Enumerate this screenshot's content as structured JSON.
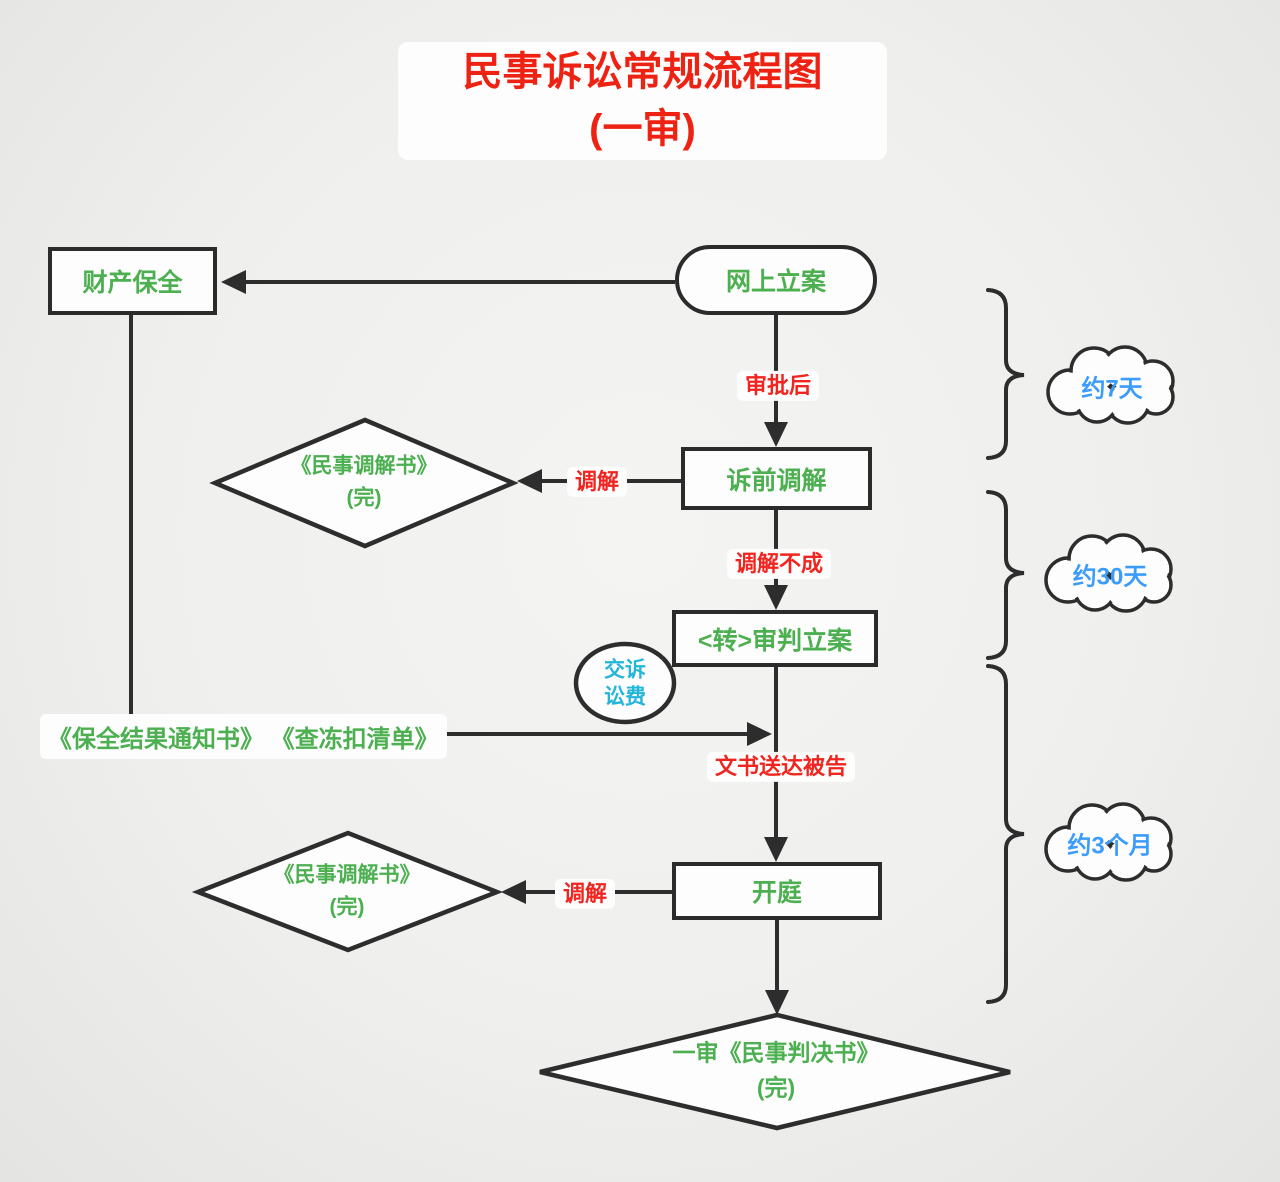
{
  "title": {
    "line1": "民事诉讼常规流程图",
    "line2": "(一审)"
  },
  "nodes": {
    "property_preservation": {
      "label": "财产保全"
    },
    "online_filing": {
      "label": "网上立案"
    },
    "pretrial_mediation": {
      "label": "诉前调解"
    },
    "mediation_agreement_top": {
      "line1": "《民事调解书》",
      "line2": "(完)"
    },
    "trial_filing": {
      "label": "<转>审判立案"
    },
    "pay_litigation_fee": {
      "line1": "交诉",
      "line2": "讼费"
    },
    "preservation_documents": {
      "label": "《保全结果通知书》 《查冻扣清单》"
    },
    "court_hearing": {
      "label": "开庭"
    },
    "mediation_agreement_bottom": {
      "line1": "《民事调解书》",
      "line2": "(完)"
    },
    "first_instance_judgment": {
      "line1": "一审《民事判决书》",
      "line2": "(完)"
    }
  },
  "edge_labels": {
    "after_approval": "审批后",
    "mediation_top": "调解",
    "mediation_failed": "调解不成",
    "documents_served": "文书送达被告",
    "mediation_bottom": "调解"
  },
  "durations": {
    "about_7_days": "约7天",
    "about_30_days": "约30天",
    "about_3_months": "约3个月"
  },
  "colors": {
    "node_text_green": "#4caf50",
    "label_red": "#f0251f",
    "duration_blue": "#3b9cfc",
    "fee_cyan": "#23b6d9",
    "stroke_dark": "#2d2d2d"
  }
}
